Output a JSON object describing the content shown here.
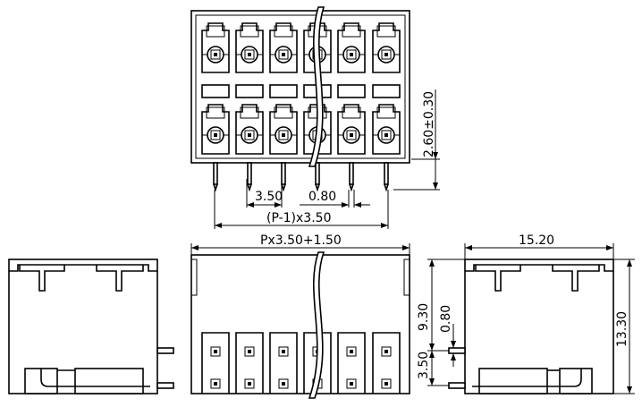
{
  "dimensions": {
    "pitch": "3.50",
    "pin_width": "0.80",
    "pin_span": "(P-1)x3.50",
    "height_offset": "2.60±0.30",
    "total_length": "Px3.50+1.50",
    "depth": "15.20",
    "body_height": "9.30",
    "pin_thickness": "0.80",
    "pin_offset": "3.50",
    "total_height": "13.30"
  }
}
